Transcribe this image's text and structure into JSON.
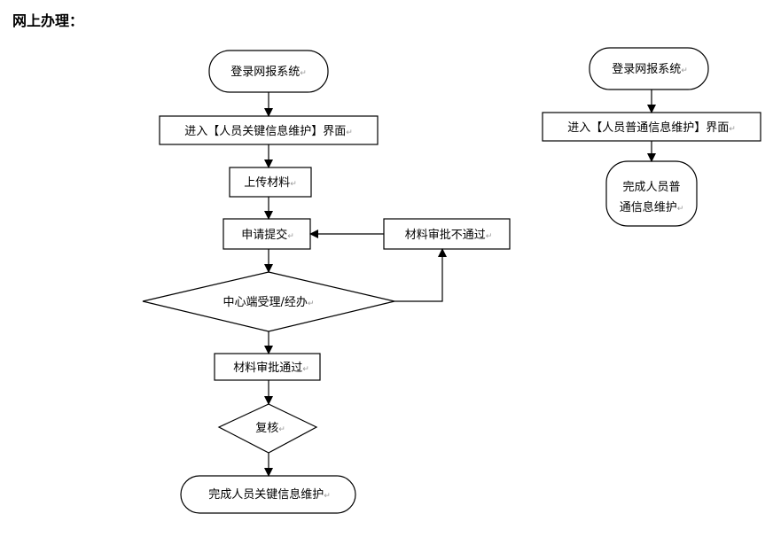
{
  "title": "网上办理：",
  "left_flow": {
    "start": "登录网报系统",
    "enter": "进入【人员关键信息维护】界面",
    "upload": "上传材料",
    "submit": "申请提交",
    "reject": "材料审批不通过",
    "center": "中心端受理/经办",
    "approve": "材料审批通过",
    "review": "复核",
    "end": "完成人员关键信息维护"
  },
  "right_flow": {
    "start": "登录网报系统",
    "enter": "进入【人员普通信息维护】界面",
    "end_line1": "完成人员普",
    "end_line2": "通信息维护"
  },
  "paragraph_mark": "↵"
}
